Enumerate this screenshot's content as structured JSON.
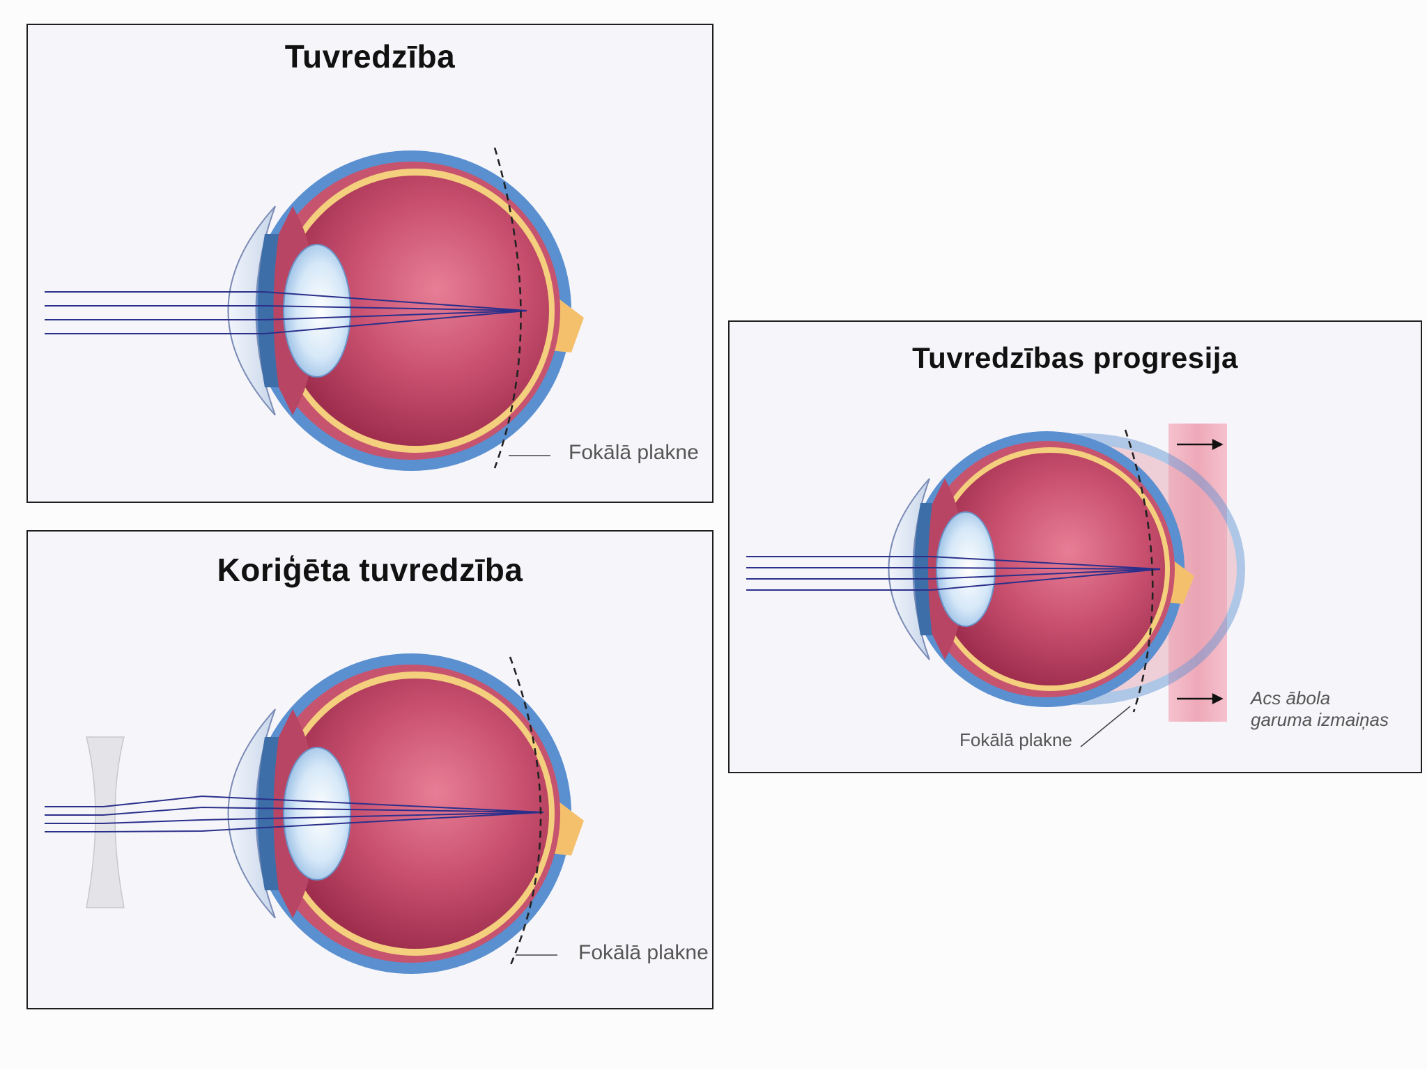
{
  "panels": [
    {
      "title": "Tuvredzība",
      "focal_label": "Fokālā plakne"
    },
    {
      "title": "Koriģēta tuvredzība",
      "focal_label": "Fokālā plakne"
    },
    {
      "title": "Tuvredzības progresija",
      "focal_label": "Fokālā plakne",
      "length_label_line1": "Acs ābola",
      "length_label_line2": "garuma izmaiņas"
    }
  ],
  "colors": {
    "sclera": "#5a8fd0",
    "vitreous": "#b23a5c",
    "retina_yellow": "#f4cf7e",
    "nerve": "#f5c06c",
    "lens": "#d4e6f7",
    "ray": "#2a2f8a",
    "zone": "#ec8fa2"
  }
}
